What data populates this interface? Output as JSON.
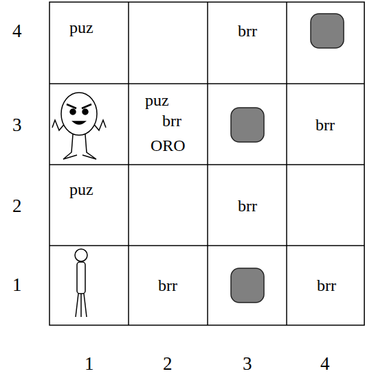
{
  "diagram": {
    "labels": [
      "4",
      "puz",
      "brr",
      "3",
      "puz",
      "brr",
      "ORO",
      "brr",
      "2",
      "puz",
      "brr",
      "1",
      "brr",
      "brr",
      "1",
      "2",
      "3",
      "4"
    ]
  }
}
